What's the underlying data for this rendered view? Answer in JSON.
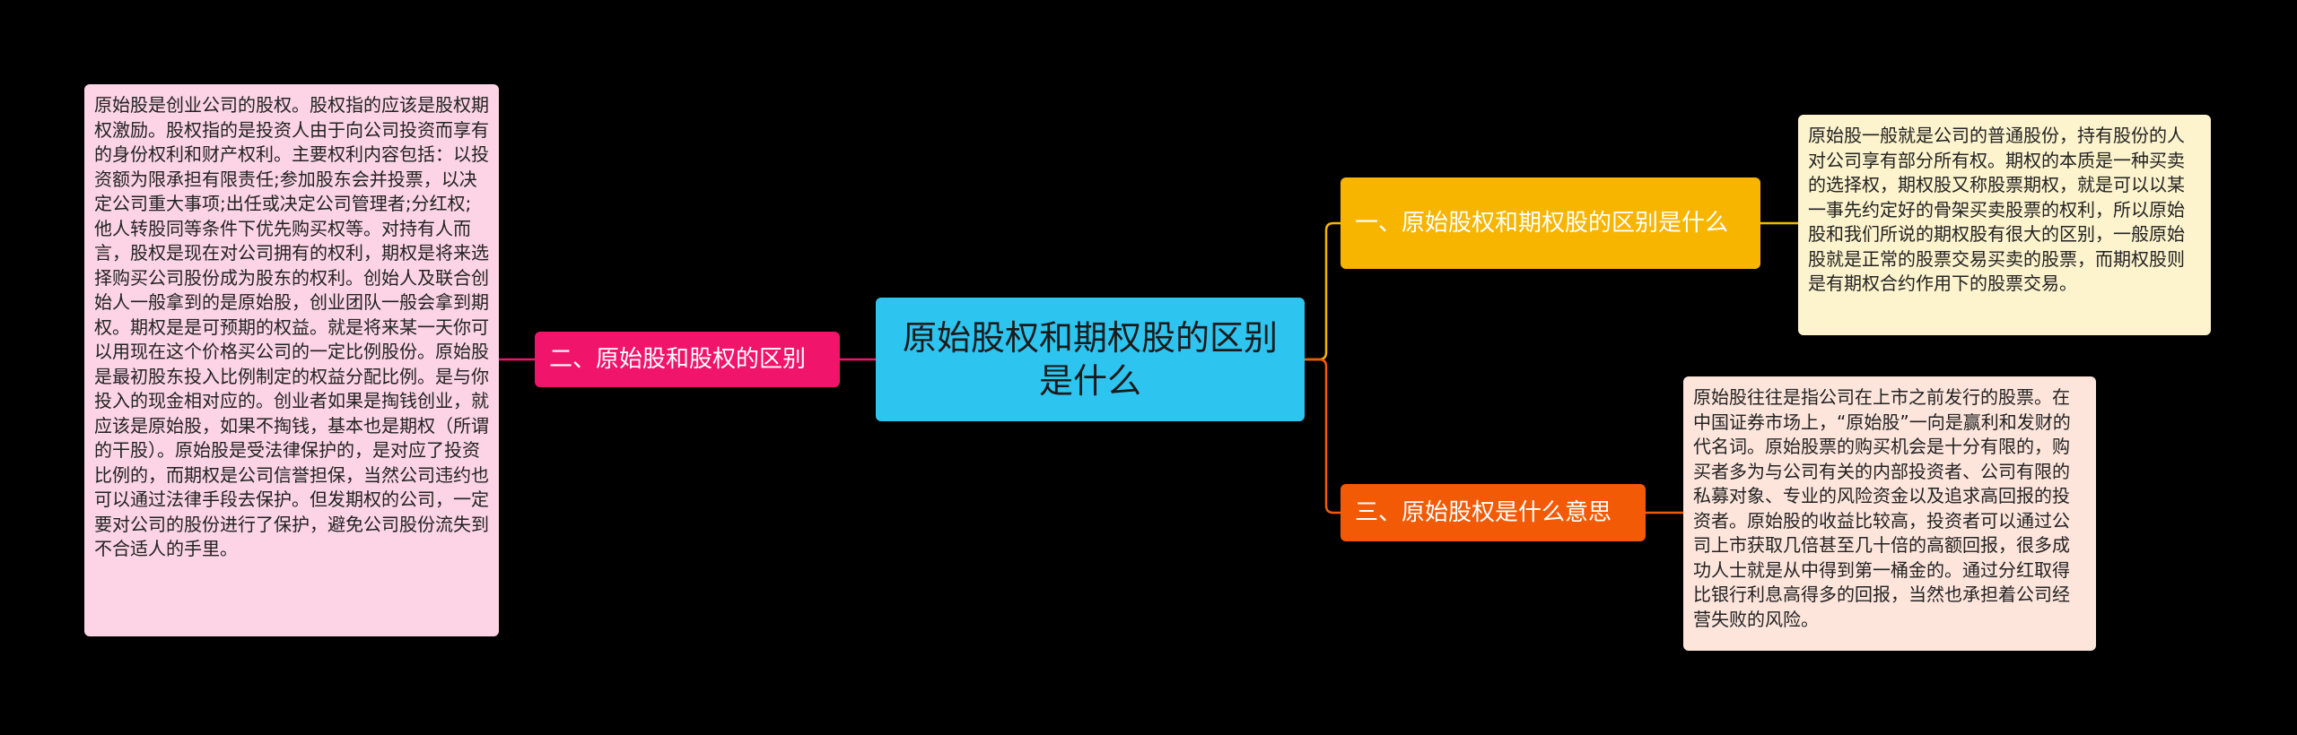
{
  "center": {
    "title": "原始股权和期权股的区别是什么"
  },
  "branches": [
    {
      "label": "一、原始股权和期权股的区别是什么",
      "color": "#f7b500",
      "detail": "原始股一般就是公司的普通股份，持有股份的人对公司享有部分所有权。期权的本质是一种买卖的选择权，期权股又称股票期权，就是可以以某一事先约定好的骨架买卖股票的权利，所以原始股和我们所说的期权股有很大的区别，一般原始股就是正常的股票交易买卖的股票，而期权股则是有期权合约作用下的股票交易。"
    },
    {
      "label": "二、原始股和股权的区别",
      "color": "#f0146a",
      "detail": "原始股是创业公司的股权。股权指的应该是股权期权激励。股权指的是投资人由于向公司投资而享有的身份权利和财产权利。主要权利内容包括：以投资额为限承担有限责任;参加股东会并投票，以决定公司重大事项;出任或决定公司管理者;分红权;他人转股同等条件下优先购买权等。对持有人而言，股权是现在对公司拥有的权利，期权是将来选择购买公司股份成为股东的权利。创始人及联合创始人一般拿到的是原始股，创业团队一般会拿到期权。期权是是可预期的权益。就是将来某一天你可以用现在这个价格买公司的一定比例股份。原始股是最初股东投入比例制定的权益分配比例。是与你投入的现金相对应的。创业者如果是掏钱创业，就应该是原始股，如果不掏钱，基本也是期权（所谓的干股）。原始股是受法律保护的，是对应了投资比例的，而期权是公司信誉担保，当然公司违约也可以通过法律手段去保护。但发期权的公司，一定要对公司的股份进行了保护，避免公司股份流失到不合适人的手里。"
    },
    {
      "label": "三、原始股权是什么意思",
      "color": "#f35a05",
      "detail": "原始股往往是指公司在上市之前发行的股票。在中国证券市场上，“原始股”一向是赢利和发财的代名词。原始股票的购买机会是十分有限的，购买者多为与公司有关的内部投资者、公司有限的私募对象、专业的风险资金以及追求高回报的投资者。原始股的收益比较高，投资者可以通过公司上市获取几倍甚至几十倍的高额回报，很多成功人士就是从中得到第一桶金的。通过分红取得比银行利息高得多的回报，当然也承担着公司经营失败的风险。"
    }
  ]
}
